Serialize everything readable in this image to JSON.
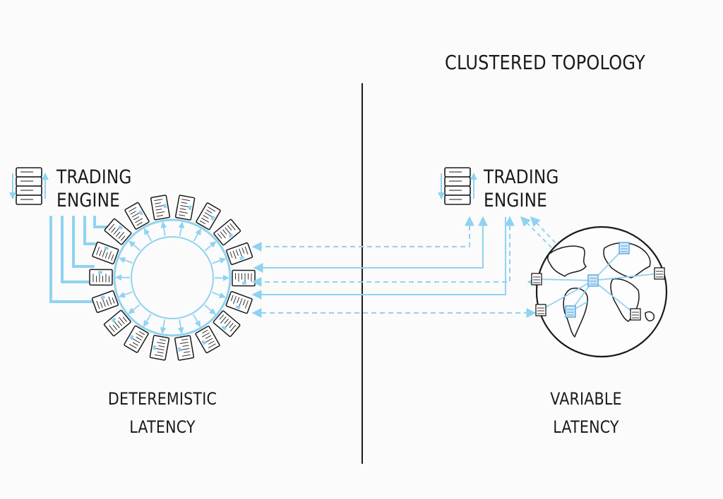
{
  "titles": {
    "right": "CLUSTERED TOPOLOGY"
  },
  "left_panel": {
    "engine_line1": "TRADING",
    "engine_line2": "ENGINE",
    "caption_line1": "DETEREMISTIC",
    "caption_line2": "LATENCY"
  },
  "right_panel": {
    "engine_line1": "TRADING",
    "engine_line2": "ENGINE",
    "caption_line1": "VARIABLE",
    "caption_line2": "LATENCY"
  },
  "colors": {
    "accent_blue": "#8fd3f0",
    "line_dark": "#1a1a1a",
    "node_fill": "#ffffff",
    "node_blue": "#4f9fd8"
  },
  "icons": {
    "engine": "server-stack-icon",
    "ring_node": "server-document-icon",
    "globe": "globe-icon"
  }
}
